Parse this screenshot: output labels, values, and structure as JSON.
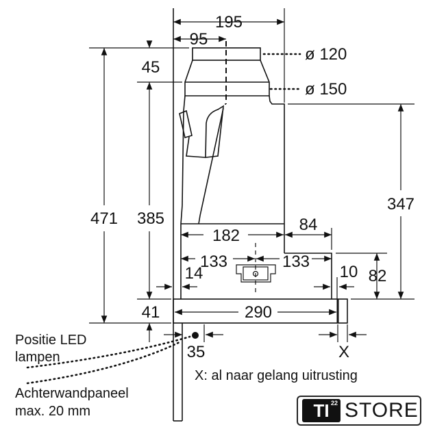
{
  "dimensions": {
    "total_width": "195",
    "duct_offset": "95",
    "duct_height": "45",
    "diameter_small": "ø 120",
    "diameter_large": "ø 150",
    "total_height": "471",
    "height_to_base": "385",
    "body_height": "347",
    "body_depth": "182",
    "step_depth": "84",
    "center_left": "133",
    "center_right": "133",
    "left_gap": "14",
    "right_gap": "10",
    "step_height": "82",
    "bar_height": "41",
    "bar_depth": "290",
    "led_offset": "35",
    "variable": "X"
  },
  "labels": {
    "led_line1": "Positie LED",
    "led_line2": "lampen",
    "panel_line1": "Achterwandpaneel",
    "panel_line2": "max. 20 mm",
    "note": "X: al naar gelang uitrusting"
  },
  "logo": {
    "mark": "TI",
    "superscript": "22",
    "word": "STORE"
  }
}
